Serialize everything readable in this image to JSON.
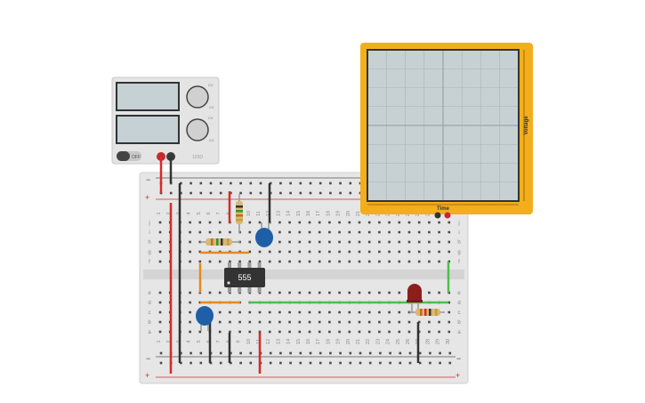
{
  "power_supply": {
    "label_1": "CC",
    "label_2": "CV",
    "button_label": "OFF",
    "brand": "123D",
    "led_1": "CV",
    "led_2": "CC"
  },
  "oscilloscope": {
    "x_axis_label": "Time",
    "y_axis_label": "Voltage",
    "frame_color": "#f2ae1c"
  },
  "breadboard": {
    "rail_minus": "−",
    "rail_plus": "+",
    "rows_top": [
      "j",
      "i",
      "h",
      "g",
      "f"
    ],
    "rows_bottom": [
      "e",
      "d",
      "c",
      "b",
      "a"
    ],
    "columns": [
      "1",
      "2",
      "3",
      "4",
      "5",
      "6",
      "7",
      "8",
      "9",
      "10",
      "11",
      "12",
      "13",
      "14",
      "15",
      "16",
      "17",
      "18",
      "19",
      "20",
      "21",
      "22",
      "23",
      "24",
      "25",
      "26",
      "27",
      "28",
      "29",
      "30"
    ]
  },
  "ic": {
    "label": "555"
  },
  "colors": {
    "wire_red": "#d62a2a",
    "wire_black": "#333333",
    "wire_green": "#4bbf4b",
    "wire_orange": "#e48a20",
    "capacitor_blue": "#1f5fa8",
    "led_red": "#8c1e1e"
  }
}
